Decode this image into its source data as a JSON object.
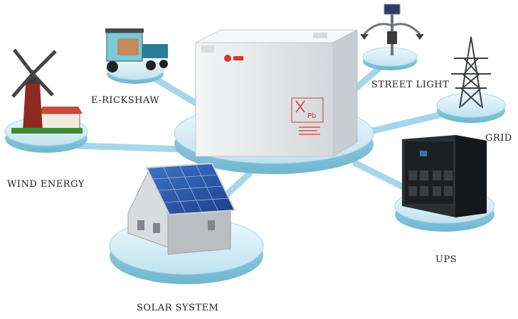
{
  "nodes": {
    "e_rickshaw": {
      "label": "E-RICKSHAW"
    },
    "street_light": {
      "label": "STREET LIGHT"
    },
    "grid": {
      "label": "GRID"
    },
    "wind_energy": {
      "label": "WIND ENERGY"
    },
    "ups": {
      "label": "UPS"
    },
    "solar_system": {
      "label": "SOLAR SYSTEM"
    }
  },
  "battery": {
    "chemistry_mark": "Pb"
  },
  "colors": {
    "platform_top": "#cfeaf4",
    "platform_side": "#8fcbe0",
    "connector": "#a6d6e8",
    "battery_body": "#eceef0",
    "ups_cabinet": "#1c1f22"
  }
}
